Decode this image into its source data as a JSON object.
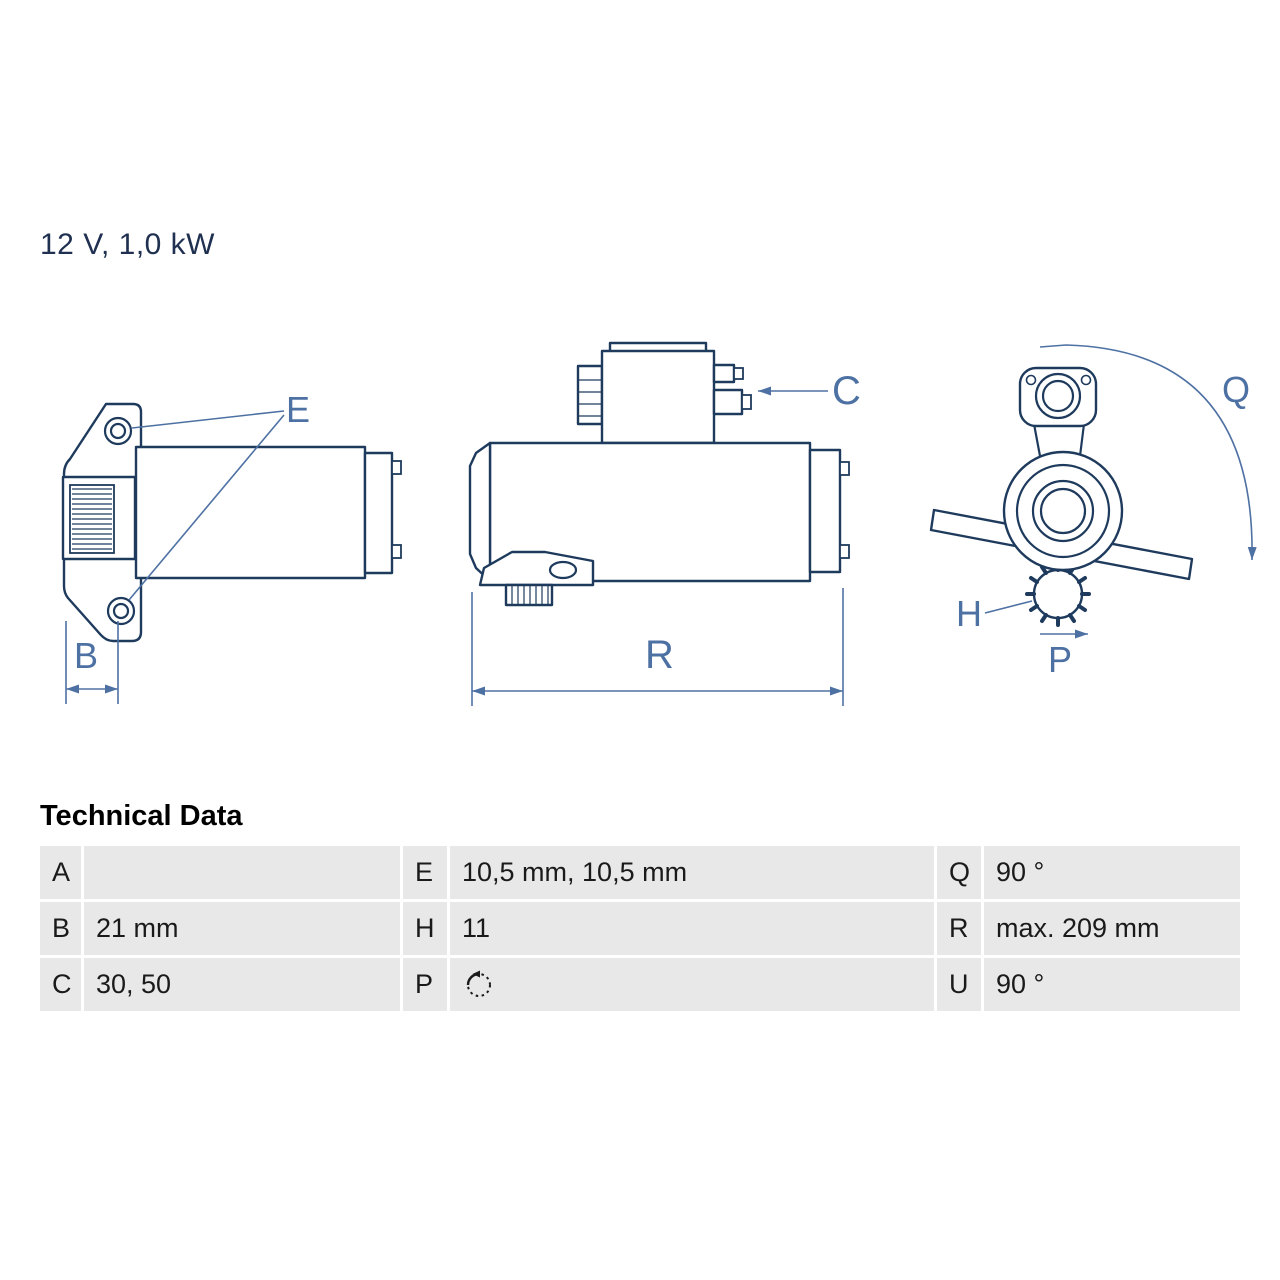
{
  "header": {
    "spec": "12 V, 1,0 kW"
  },
  "diagram": {
    "labels": {
      "e": "E",
      "b": "B",
      "c": "C",
      "r": "R",
      "q": "Q",
      "h": "H",
      "p": "P"
    }
  },
  "table": {
    "title": "Technical Data",
    "rows": [
      {
        "pairs": [
          {
            "key": "A",
            "value": ""
          },
          {
            "key": "E",
            "value": "10,5 mm, 10,5 mm"
          },
          {
            "key": "Q",
            "value": "90 °"
          }
        ]
      },
      {
        "pairs": [
          {
            "key": "B",
            "value": "21 mm"
          },
          {
            "key": "H",
            "value": "11"
          },
          {
            "key": "R",
            "value": "max. 209 mm"
          }
        ]
      },
      {
        "pairs": [
          {
            "key": "C",
            "value": "30, 50"
          },
          {
            "key": "P",
            "value": "",
            "icon": "rotation-ccw-icon"
          },
          {
            "key": "U",
            "value": "90 °"
          }
        ]
      }
    ]
  },
  "colors": {
    "drawing_line": "#1e3a5c",
    "dimension_blue": "#4e71a3",
    "table_cell_bg": "#e8e8e8",
    "spec_text": "#203050"
  }
}
